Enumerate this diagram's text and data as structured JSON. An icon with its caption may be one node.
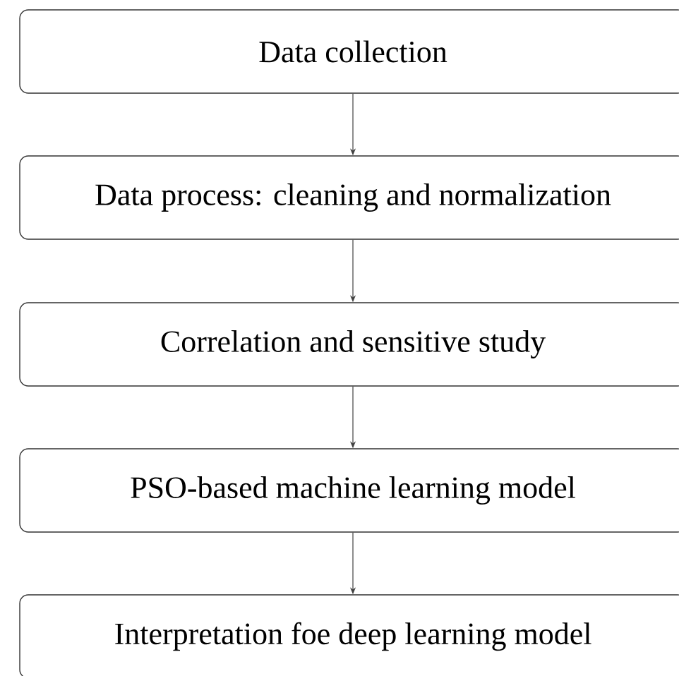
{
  "diagram": {
    "nodes": [
      {
        "text": [
          "Data collection"
        ]
      },
      {
        "text": [
          "Data process: cleaning and normalization"
        ]
      },
      {
        "text": [
          "Correlation and sensitive study"
        ]
      },
      {
        "text": [
          "PSO-based machine learning model"
        ]
      },
      {
        "text": [
          "Interpretation foe deep learning model"
        ]
      }
    ],
    "edges": [
      {
        "from": 0,
        "to": 1,
        "arrow": "to"
      },
      {
        "from": 1,
        "to": 2,
        "arrow": "to"
      },
      {
        "from": 2,
        "to": 3,
        "arrow": "to"
      },
      {
        "from": 3,
        "to": 4,
        "arrow": "to"
      }
    ]
  }
}
